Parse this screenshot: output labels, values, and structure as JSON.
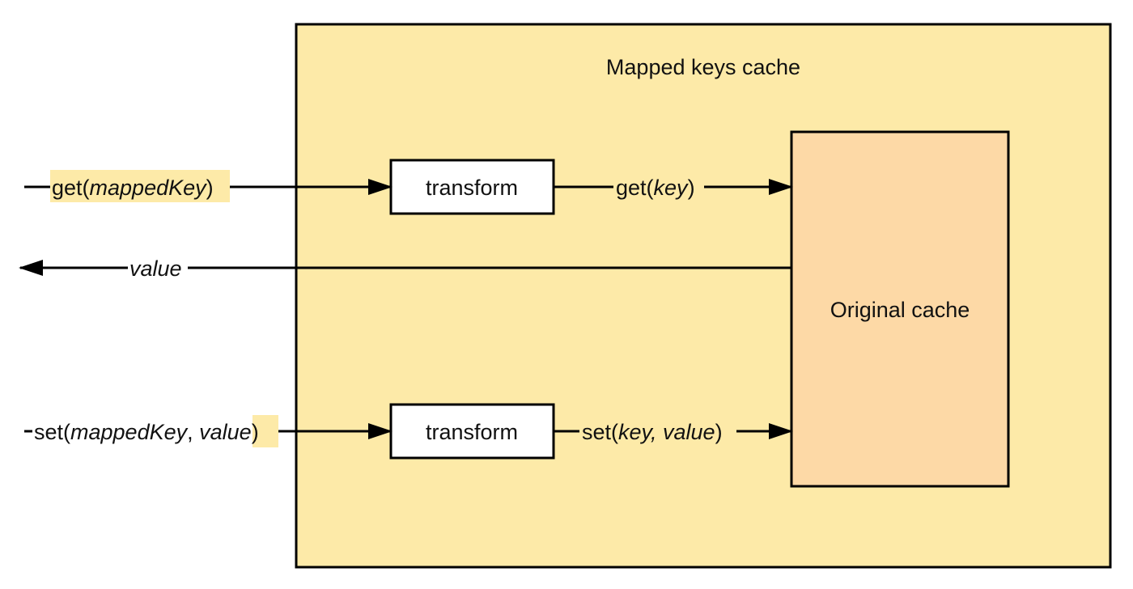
{
  "diagram": {
    "outer_box": {
      "title": "Mapped keys cache",
      "fill": "#fdeaa8"
    },
    "inner_box": {
      "title": "Original cache",
      "fill": "#fdd9a6"
    },
    "transform_boxes": [
      {
        "label": "transform"
      },
      {
        "label": "transform"
      }
    ],
    "edges": {
      "get_in": {
        "fn": "get(",
        "arg": "mappedKey",
        "close": ")"
      },
      "get_out": {
        "fn": "get(",
        "arg": "key",
        "close": ")"
      },
      "value_return": {
        "arg": "value"
      },
      "set_in": {
        "fn": "set(",
        "arg1": "mappedKey",
        "sep": ", ",
        "arg2": "value",
        "close": ")"
      },
      "set_out": {
        "fn": "set(",
        "args": "key, value",
        "close": ")"
      }
    },
    "stroke_color": "#000000",
    "transform_fill": "#ffffff"
  }
}
